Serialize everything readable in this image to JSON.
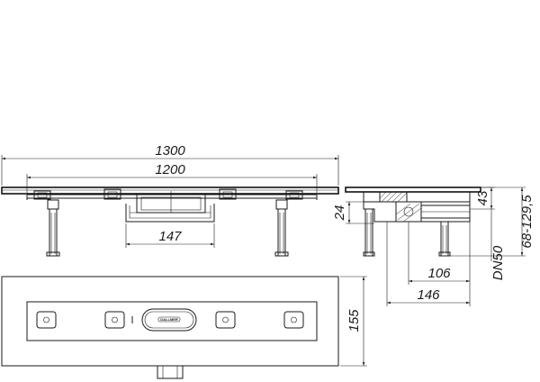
{
  "dimensions": {
    "overall_length": "1300",
    "channel_length": "1200",
    "drain_width": "147",
    "flange_height": "24",
    "grate_depth": "43",
    "outlet_height": "68-129,5",
    "outlet_size": "DN50",
    "outlet_offset": "106",
    "body_depth": "146",
    "plan_width": "155"
  },
  "grate_logo_text": "DALLMER"
}
